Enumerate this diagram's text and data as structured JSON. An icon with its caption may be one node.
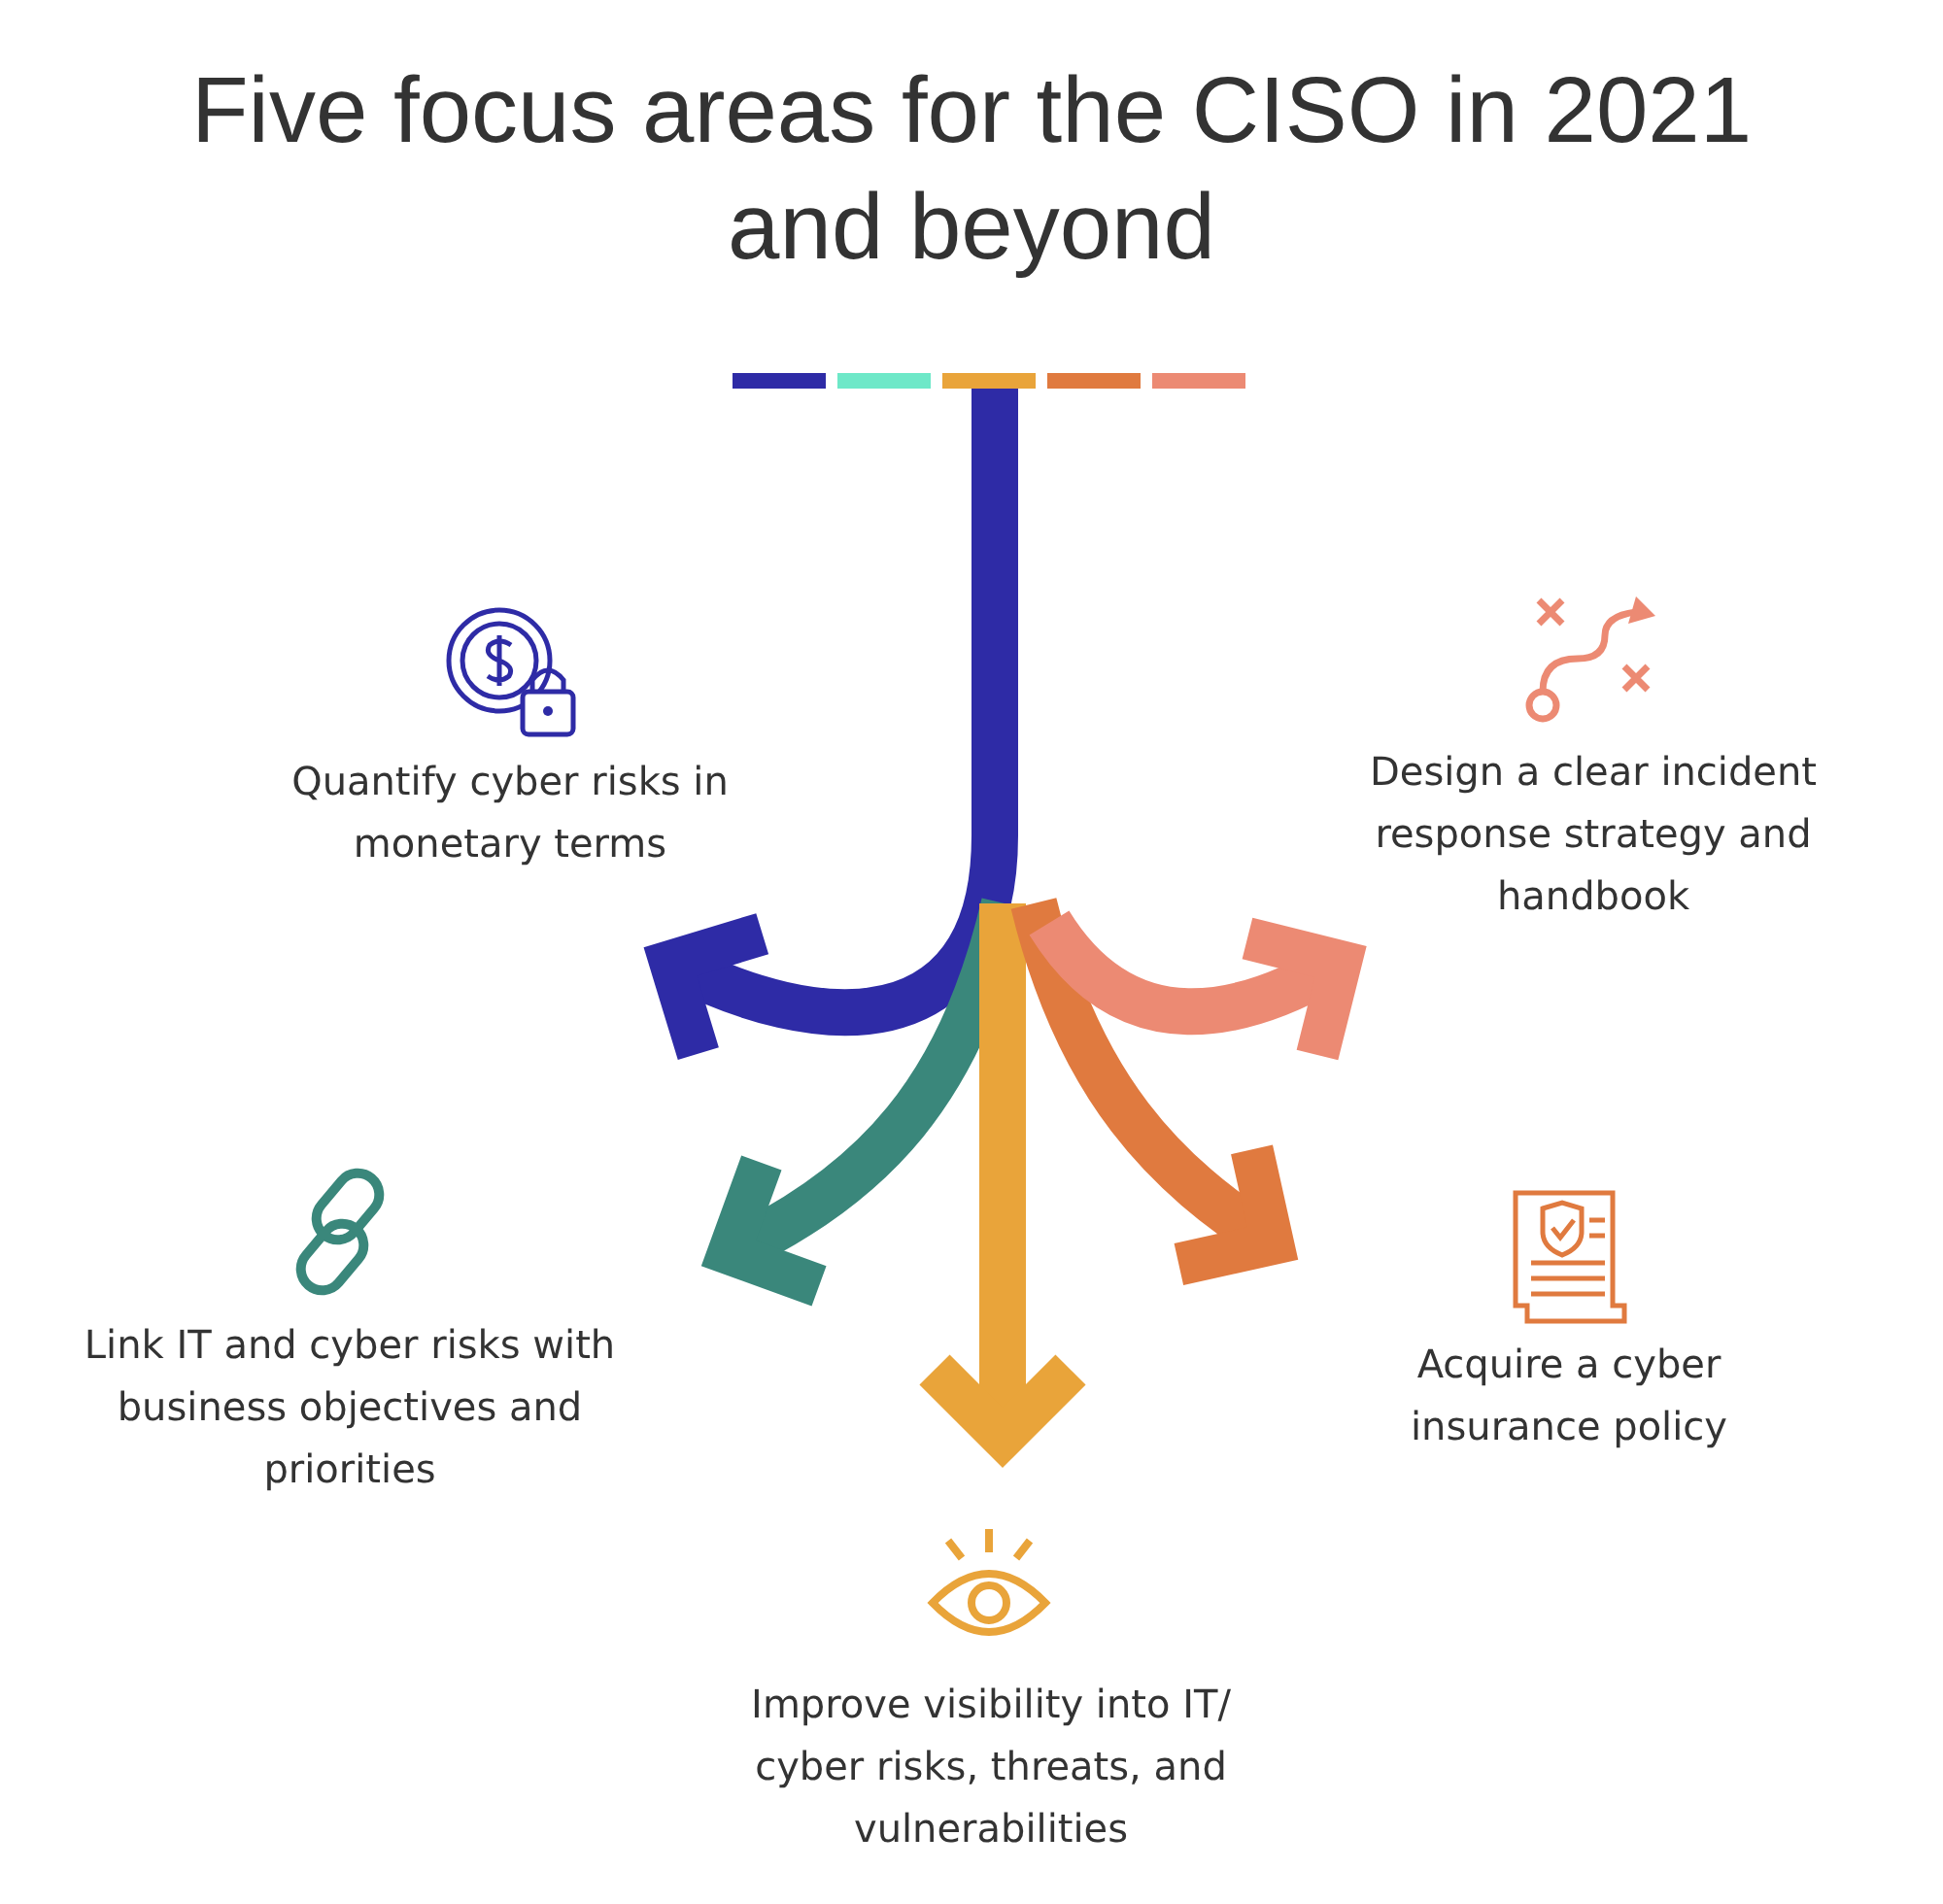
{
  "diagram": {
    "title": "Five focus areas for the CISO in 2021 and beyond",
    "nodes": [
      {
        "text": [
          "Quantify cyber risks in monetary terms"
        ]
      },
      {
        "text": [
          "Design a clear incident response strategy and handbook"
        ]
      },
      {
        "text": [
          "Link IT and cyber risks with business objectives and priorities"
        ]
      },
      {
        "text": [
          "Acquire a cyber insurance policy"
        ]
      },
      {
        "text": [
          "Improve visibility into IT/ cyber risks, threats, and vulnerabilities"
        ]
      }
    ],
    "edges": [
      {
        "from": null,
        "to": 0,
        "arrow": "to",
        "color": "#2e2ba6"
      },
      {
        "from": null,
        "to": 2,
        "arrow": "to",
        "color": "#3a877b"
      },
      {
        "from": null,
        "to": 4,
        "arrow": "to",
        "color": "#e9a43a"
      },
      {
        "from": null,
        "to": 3,
        "arrow": "to",
        "color": "#e07a3f"
      },
      {
        "from": null,
        "to": 1,
        "arrow": "to",
        "color": "#ec8a73"
      }
    ]
  }
}
